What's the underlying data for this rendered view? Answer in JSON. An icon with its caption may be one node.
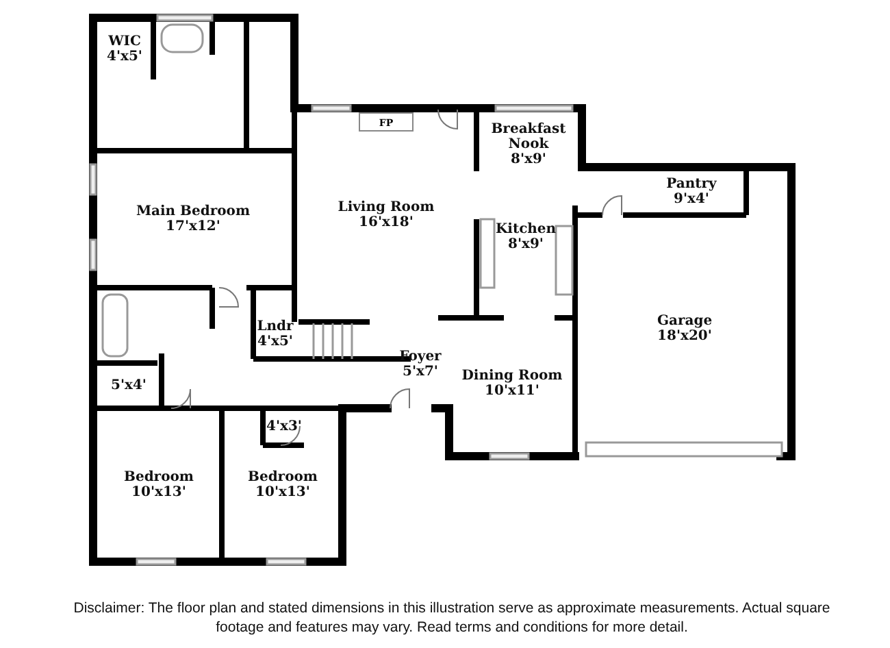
{
  "diagram": {
    "caption": "Disclaimer: The floor plan and stated dimensions in this illustration serve as approximate measurements. Actual square footage and features may vary. Read terms and conditions for more detail.",
    "nodes": [
      {
        "text": [
          "WIC",
          "4'x5'"
        ]
      },
      {
        "text": [
          "Breakfast Nook",
          "8'x9'"
        ]
      },
      {
        "text": [
          "Main Bedroom",
          "17'x12'"
        ]
      },
      {
        "text": [
          "Living Room",
          "16'x18'"
        ]
      },
      {
        "text": [
          "FP"
        ],
        "in": 3
      },
      {
        "text": [
          "Kitchen",
          "8'x9'"
        ]
      },
      {
        "text": [
          "Pantry",
          "9'x4'"
        ]
      },
      {
        "text": [
          "Garage",
          "18'x20'"
        ]
      },
      {
        "text": [
          "Lndr",
          "4'x5'"
        ]
      },
      {
        "text": [
          "Foyer",
          "5'x7'"
        ]
      },
      {
        "text": [
          "Dining Room",
          "10'x11'"
        ]
      },
      {
        "text": [
          "5'x4'"
        ]
      },
      {
        "text": [
          "4'x3'"
        ]
      },
      {
        "text": [
          "Bedroom",
          "10'x13'"
        ]
      },
      {
        "text": [
          "Bedroom",
          "10'x13'"
        ]
      }
    ],
    "edges": []
  }
}
